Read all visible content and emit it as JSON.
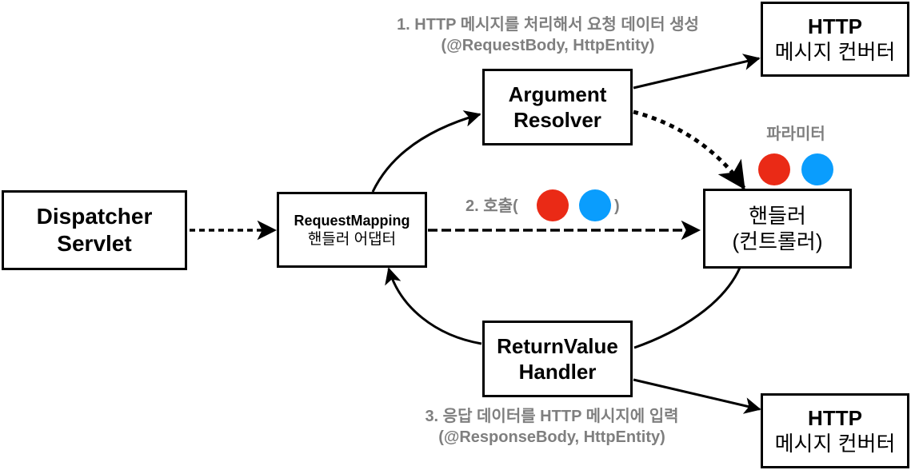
{
  "nodes": {
    "dispatcher": {
      "line1": "Dispatcher",
      "line2": "Servlet"
    },
    "adapter": {
      "line1": "RequestMapping",
      "line2": "핸들러 어댑터"
    },
    "argument_resolver": {
      "line1": "Argument",
      "line2": "Resolver"
    },
    "handler": {
      "line1": "핸들러",
      "line2": "(컨트롤러)"
    },
    "return_value_handler": {
      "line1": "ReturnValue",
      "line2": "Handler"
    },
    "converter_top": {
      "line1": "HTTP",
      "line2": "메시지 컨버터"
    },
    "converter_bottom": {
      "line1": "HTTP",
      "line2": "메시지 컨버터"
    }
  },
  "labels": {
    "step1_line1": "1. HTTP 메시지를 처리해서 요청 데이터 생성",
    "step1_line2": "(@RequestBody, HttpEntity)",
    "step2_prefix": "2. 호출(",
    "step2_suffix": ")",
    "params": "파라미터",
    "step3_line1": "3. 응답 데이터를 HTTP 메시지에 입력",
    "step3_line2": "(@ResponseBody, HttpEntity)"
  },
  "colors": {
    "param_red": "#ea2a16",
    "param_blue": "#0a9dfd",
    "label_gray": "#7f7f7f"
  }
}
